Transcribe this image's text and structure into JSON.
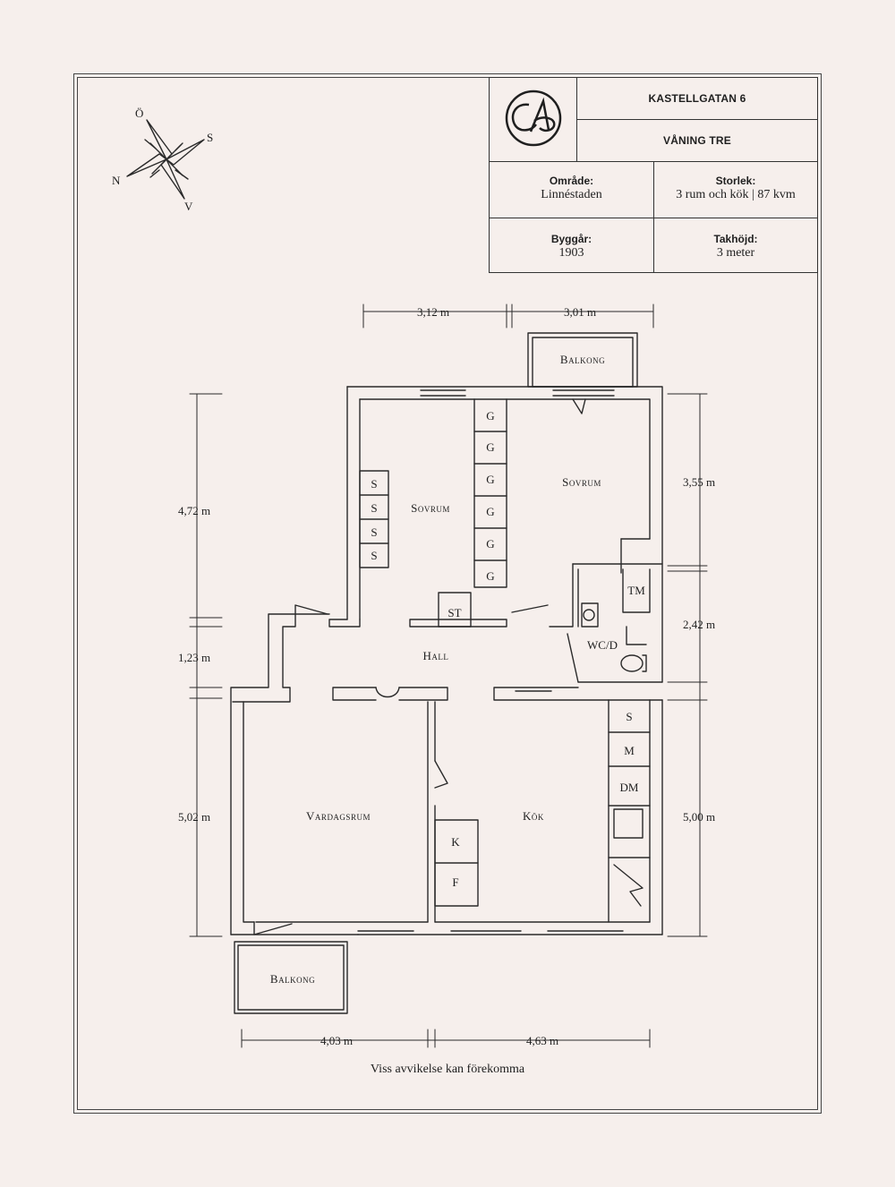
{
  "title_block": {
    "address": "KASTELLGATAN 6",
    "floor": "VÅNING TRE",
    "area_label": "Område:",
    "area_value": "Linnéstaden",
    "size_label": "Storlek:",
    "size_value": "3 rum och kök | 87 kvm",
    "year_label": "Byggår:",
    "year_value": "1903",
    "height_label": "Takhöjd:",
    "height_value": "3 meter"
  },
  "compass": {
    "north": "N",
    "east": "Ö",
    "south": "S",
    "west": "V"
  },
  "rooms": {
    "balcony_top": "Balkong",
    "bedroom_left": "Sovrum",
    "bedroom_right": "Sovrum",
    "hall": "Hall",
    "wc": "WC/D",
    "living_room": "Vardagsrum",
    "kitchen": "Kök",
    "balcony_bottom": "Balkong"
  },
  "fixtures": {
    "wardrobe_s": "S",
    "wardrobe_g": "G",
    "storage": "ST",
    "washer": "TM",
    "fridge": "K",
    "freezer": "F",
    "kitchen_s": "S",
    "kitchen_m": "M",
    "kitchen_dm": "DM"
  },
  "dimensions": {
    "top_left": "3,12 m",
    "top_right": "3,01 m",
    "left_bedroom": "4,72 m",
    "left_hall": "1,23 m",
    "left_living": "5,02 m",
    "right_bedroom": "3,55 m",
    "right_wc": "2,42 m",
    "right_kitchen": "5,00 m",
    "bottom_left": "4,03 m",
    "bottom_right": "4,63 m"
  },
  "footnote": "Viss avvikelse kan förekomma"
}
